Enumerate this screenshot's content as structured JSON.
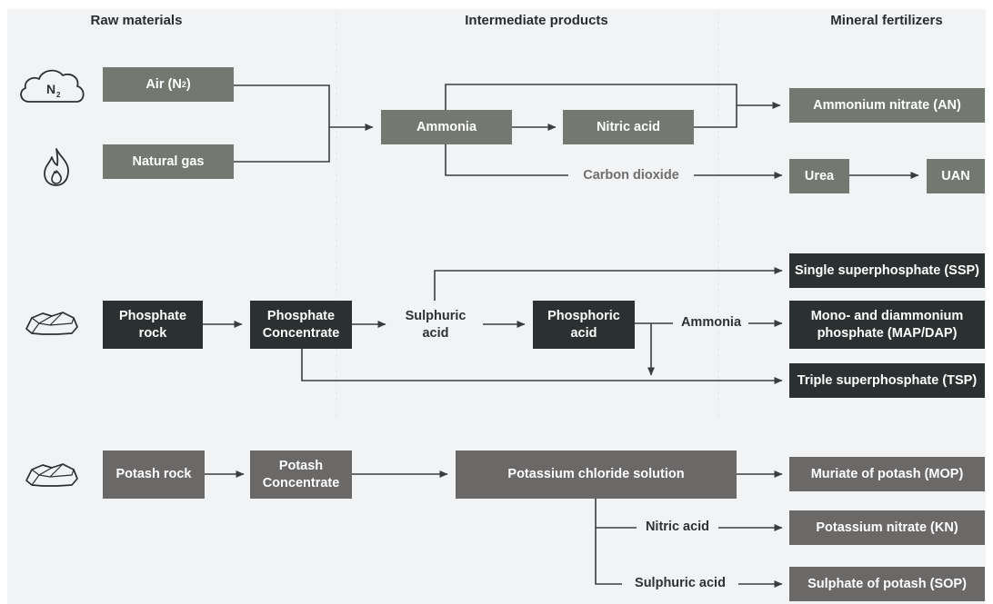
{
  "headers": {
    "raw": "Raw materials",
    "intermediate": "Intermediate products",
    "fertilizers": "Mineral fertilizers"
  },
  "icons": {
    "cloud_text": "N",
    "cloud_sub": "2",
    "names": [
      "cloud-icon",
      "flame-icon",
      "rock-icon",
      "rock-icon"
    ]
  },
  "colors": {
    "nitrogen_box": "#737870",
    "phosphate_box": "#2b3031",
    "potash_box": "#6b6868",
    "arrow": "#3a3d3e",
    "background": "#f2f3f4"
  },
  "nitrogen": {
    "air_main": "Air (N",
    "air_sub": "2",
    "air_close": ")",
    "natural_gas": "Natural gas",
    "ammonia": "Ammonia",
    "nitric_acid": "Nitric acid",
    "carbon_dioxide": "Carbon dioxide",
    "ammonium_nitrate": "Ammonium nitrate (AN)",
    "urea": "Urea",
    "uan": "UAN"
  },
  "phosphate": {
    "rock": "Phosphate\nrock",
    "concentrate": "Phosphate\nConcentrate",
    "sulphuric_acid": "Sulphuric\nacid",
    "phosphoric_acid": "Phosphoric\nacid",
    "ammonia": "Ammonia",
    "ssp": "Single superphosphate (SSP)",
    "map_dap": "Mono- and diammonium\nphosphate (MAP/DAP)",
    "tsp": "Triple superphosphate (TSP)"
  },
  "potash": {
    "rock": "Potash rock",
    "concentrate": "Potash\nConcentrate",
    "kcl_solution": "Potassium chloride solution",
    "nitric_acid": "Nitric acid",
    "sulphuric_acid": "Sulphuric acid",
    "mop": "Muriate of potash (MOP)",
    "kn": "Potassium nitrate (KN)",
    "sop": "Sulphate of potash (SOP)"
  }
}
